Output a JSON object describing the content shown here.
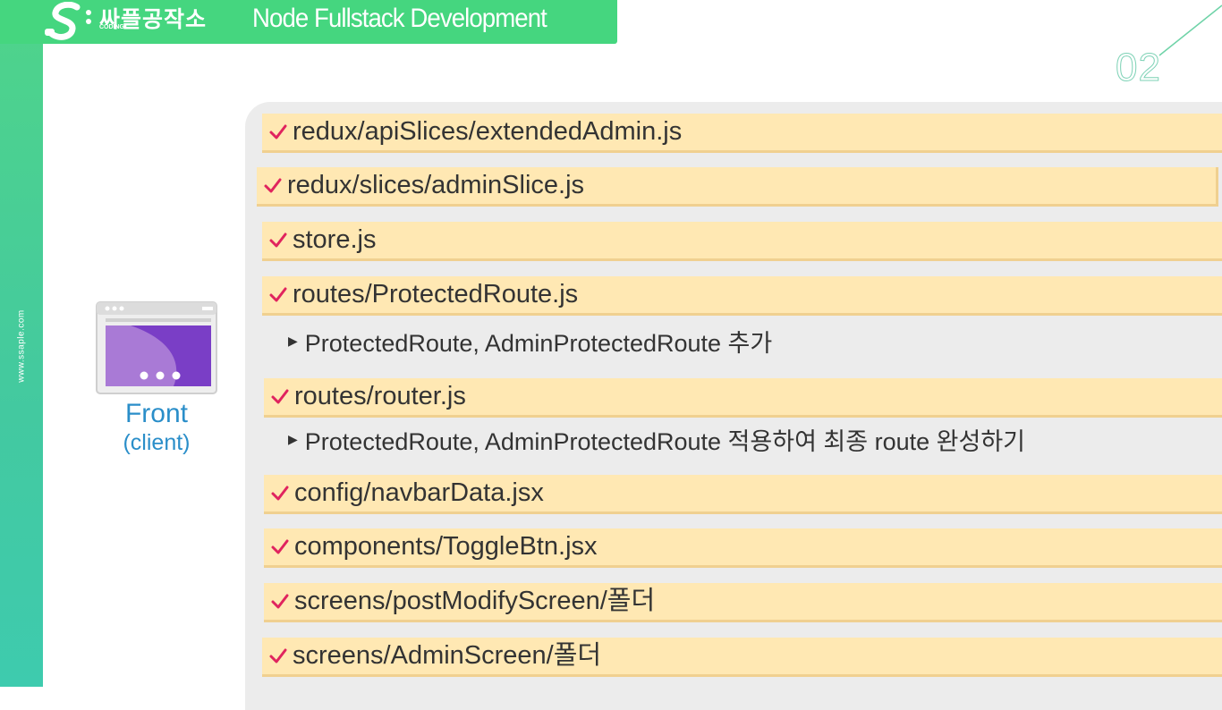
{
  "sidebar": {
    "url": "www.ssaple.com"
  },
  "header": {
    "brand": "싸플공작소",
    "brand_sub": "CODING",
    "title": "Node Fullstack Development",
    "page_number": "02"
  },
  "left_panel": {
    "front_label": "Front",
    "client_label": "(client)"
  },
  "files": [
    {
      "label": "redux/apiSlices/extendedAdmin.js"
    },
    {
      "label": "redux/slices/adminSlice.js"
    },
    {
      "label": "store.js"
    },
    {
      "label": "routes/ProtectedRoute.js",
      "note": "ProtectedRoute, AdminProtectedRoute 추가"
    },
    {
      "label": "routes/router.js",
      "note": "ProtectedRoute, AdminProtectedRoute 적용하여 최종 route 완성하기"
    },
    {
      "label": "config/navbarData.jsx"
    },
    {
      "label": "components/ToggleBtn.jsx"
    },
    {
      "label": "screens/postModifyScreen/폴더"
    },
    {
      "label": "screens/AdminScreen/폴더"
    }
  ],
  "colors": {
    "green": "#45d67f",
    "highlight": "#ffe8b3",
    "check": "#e0245e",
    "front_text": "#2a8ec9"
  },
  "icons": {
    "check": "check-icon",
    "bullet": "triangle-right-icon",
    "browser": "browser-window-icon",
    "logo": "ssaple-logo"
  }
}
